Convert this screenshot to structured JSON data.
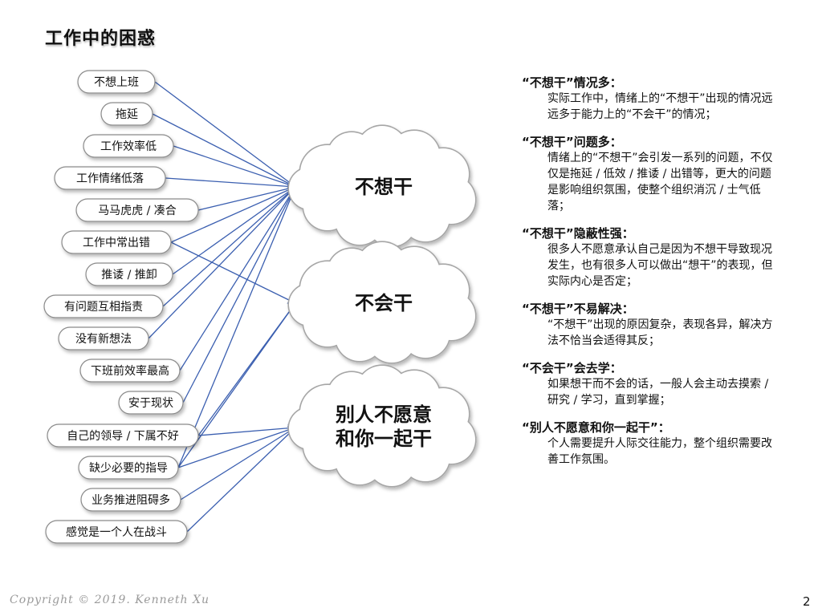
{
  "title": "工作中的困惑",
  "symptoms": [
    "不想上班",
    "拖延",
    "工作效率低",
    "工作情绪低落",
    "马马虎虎 / 凑合",
    "工作中常出错",
    "推诿 / 推卸",
    "有问题互相指责",
    "没有新想法",
    "下班前效率最高",
    "安于现状",
    "自己的领导 / 下属不好",
    "缺少必要的指导",
    "业务推进阻碍多",
    "感觉是一个人在战斗"
  ],
  "causes": [
    {
      "lines": [
        "不想干"
      ]
    },
    {
      "lines": [
        "不会干"
      ]
    },
    {
      "lines": [
        "别人不愿意",
        "和你一起干"
      ]
    }
  ],
  "links": [
    [
      0,
      0
    ],
    [
      1,
      0
    ],
    [
      2,
      0
    ],
    [
      3,
      0
    ],
    [
      4,
      0
    ],
    [
      5,
      0
    ],
    [
      5,
      1
    ],
    [
      6,
      0
    ],
    [
      7,
      0
    ],
    [
      8,
      0
    ],
    [
      9,
      0
    ],
    [
      10,
      0
    ],
    [
      11,
      1
    ],
    [
      11,
      2
    ],
    [
      12,
      0
    ],
    [
      12,
      1
    ],
    [
      12,
      2
    ],
    [
      13,
      2
    ],
    [
      14,
      2
    ]
  ],
  "notes": [
    {
      "head": "“不想干”情况多：",
      "body": "实际工作中，情绪上的“不想干”出现的情况远远多于能力上的“不会干”的情况；"
    },
    {
      "head": "“不想干”问题多：",
      "body": "情绪上的“不想干”会引发一系列的问题，不仅仅是拖延 / 低效 / 推诿 / 出错等，更大的问题是影响组织氛围，使整个组织消沉 / 士气低落；"
    },
    {
      "head": "“不想干”隐蔽性强：",
      "body": "很多人不愿意承认自己是因为不想干导致现况发生，也有很多人可以做出“想干”的表现，但实际内心是否定；"
    },
    {
      "head": "“不想干”不易解决：",
      "body": "“不想干”出现的原因复杂，表现各异，解决方法不恰当会适得其反；"
    },
    {
      "head": "“不会干”会去学：",
      "body": "如果想干而不会的话，一般人会主动去摸索 / 研究 / 学习，直到掌握；"
    },
    {
      "head": "“别人不愿意和你一起干”：",
      "body": "个人需要提升人际交往能力，整个组织需要改善工作氛围。"
    }
  ],
  "footer": {
    "copyright": "Copyright © 2019. Kenneth Xu",
    "page": "2"
  },
  "colors": {
    "arrow": "#3b5fb0",
    "pill_border": "#8a8a8a",
    "cloud_border": "#a6a6a6"
  }
}
